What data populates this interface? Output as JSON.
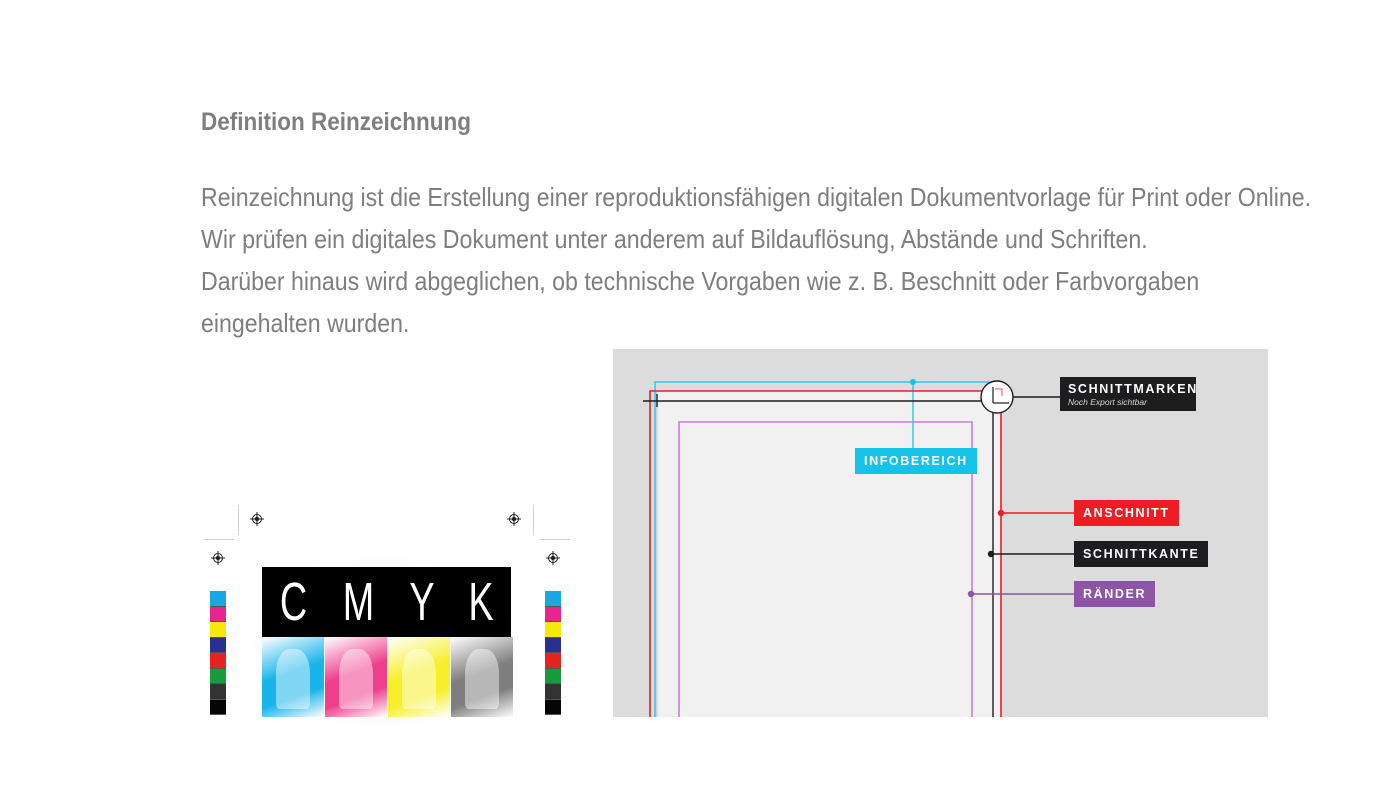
{
  "heading": "Definition Reinzeichnung",
  "paragraph_lines": [
    "Reinzeichnung ist die Erstellung einer reproduktionsfähigen digitalen Dokumentvorlage für Print oder Online.",
    "Wir prüfen ein digitales Dokument unter anderem auf Bildauflösung, Abstände und Schriften.",
    "Darüber hinaus wird abgeglichen, ob technische Vorgaben wie z. B. Beschnitt oder Farbvorgaben",
    "eingehalten wurden."
  ],
  "proof_image": {
    "letters": [
      "C",
      "M",
      "Y",
      "K"
    ],
    "colorbar_colors": [
      "#19a8e3",
      "#e8258c",
      "#f5e90c",
      "#2b2f8f",
      "#e52421",
      "#169a3b",
      "#333333",
      "#050505"
    ],
    "strip_colors": [
      "#19b4ea",
      "#ef3f8c",
      "#f6ef2a",
      "#7f7f7f"
    ]
  },
  "diagram": {
    "labels": {
      "schnittmarken": "SCHNITTMARKEN",
      "schnittmarken_sub": "Noch Export sichtbar",
      "infobereich": "INFOBEREICH",
      "anschnitt": "ANSCHNITT",
      "schnittkante": "SCHNITTKANTE",
      "raender": "RÄNDER"
    },
    "colors": {
      "background": "#dcdcdc",
      "page": "#f1f1f1",
      "bleed": "#ee1c25",
      "info": "#16c3e8",
      "margin": "#c97fd6",
      "trim": "#1d1d1f",
      "raender": "#8e55a6"
    }
  }
}
